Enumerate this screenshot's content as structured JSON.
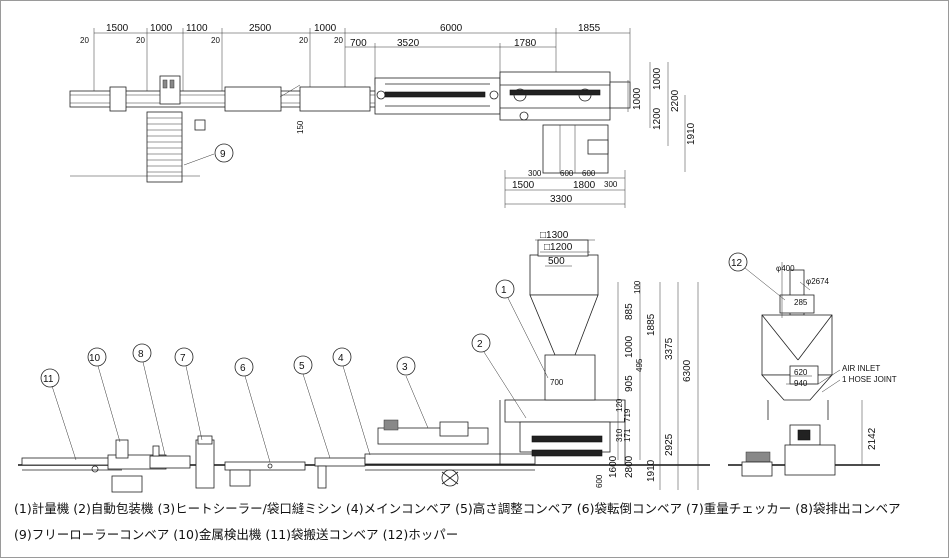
{
  "plan_view": {
    "top_dims": [
      "1500",
      "1000",
      "1100",
      "2500",
      "1000",
      "6000",
      "1855"
    ],
    "gap_labels": [
      "20",
      "20",
      "20",
      "20",
      "20"
    ],
    "second_dims": [
      "700",
      "3520",
      "1780"
    ],
    "right_dims": [
      "1000",
      "1000",
      "1200",
      "2200",
      "1910"
    ],
    "bottom_dims": [
      "300",
      "600",
      "600",
      "300",
      "1500",
      "1800",
      "3300"
    ],
    "misc_dims": [
      "150"
    ],
    "callouts": [
      "9"
    ]
  },
  "elevation_view": {
    "hopper_dims": [
      "□1300",
      "□1200",
      "500",
      "700"
    ],
    "vertical_dims": [
      "100",
      "885",
      "1885",
      "1000",
      "3375",
      "6300",
      "495",
      "905",
      "120",
      "719",
      "310",
      "171",
      "2925",
      "1600",
      "2800",
      "1910",
      "600"
    ],
    "callouts": [
      "1",
      "2",
      "3",
      "4",
      "5",
      "6",
      "7",
      "8",
      "10",
      "11"
    ]
  },
  "side_view": {
    "dims": [
      "φ400",
      "φ2674",
      "285",
      "620",
      "940",
      "2142"
    ],
    "labels": [
      "AIR INLET",
      "1 HOSE JOINT"
    ],
    "callouts": [
      "12"
    ]
  },
  "legend": {
    "row1": [
      "(1)計量機",
      "(2)自動包装機",
      "(3)ヒートシーラー/袋口縫ミシン",
      "(4)メインコンベア",
      "(5)高さ調整コンベア",
      "(6)袋転倒コンベア",
      "(7)重量チェッカー",
      "(8)袋排出コンベア"
    ],
    "row2": [
      "(9)フリーローラーコンベア",
      "(10)金属検出機",
      "(11)袋搬送コンベア",
      "(12)ホッパー"
    ]
  }
}
